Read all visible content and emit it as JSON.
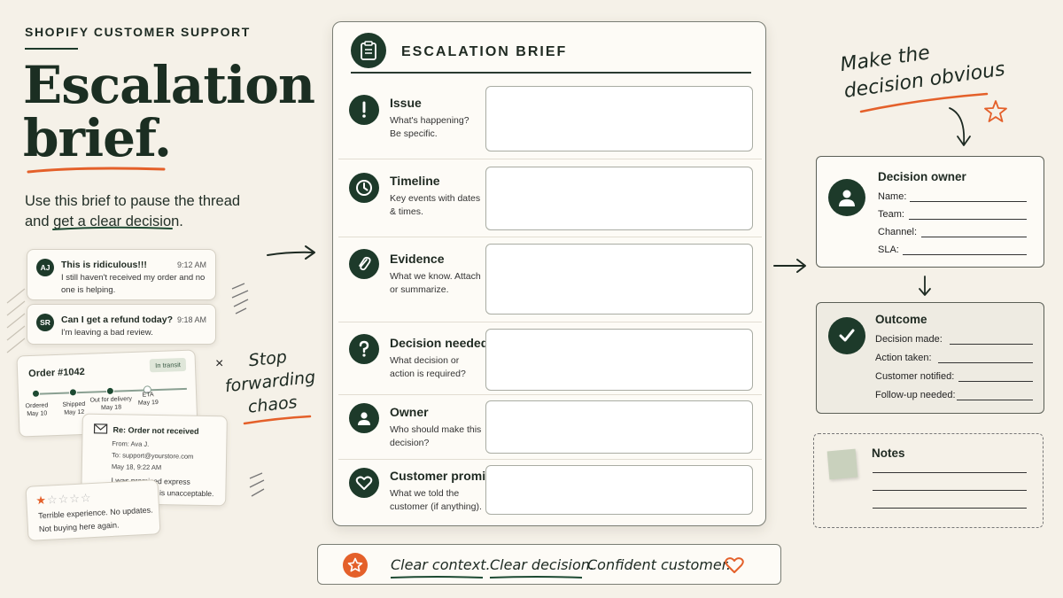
{
  "header": {
    "eyebrow": "SHOPIFY CUSTOMER SUPPORT",
    "title_line1": "Escalation",
    "title_line2": "brief.",
    "lead_part1": "Use this brief to pause the thread",
    "lead_part2": "and",
    "lead_highlight": "get a clear decision",
    "lead_end": "."
  },
  "chat_messages": [
    {
      "initials": "AJ",
      "title": "This is ridiculous!!!",
      "time": "9:12 AM",
      "body": "I still haven't received my order and no one is helping."
    },
    {
      "initials": "SR",
      "title": "Can I get a refund today?",
      "time": "9:18 AM",
      "body": "I'm leaving a bad review."
    }
  ],
  "order": {
    "title": "Order #1042",
    "badge": "In transit",
    "steps": [
      {
        "label": "Ordered",
        "date": "May 10"
      },
      {
        "label": "Shipped",
        "date": "May 12"
      },
      {
        "label": "Out for delivery",
        "date": "May 18"
      },
      {
        "label": "ETA",
        "date": "May 19"
      }
    ]
  },
  "email": {
    "subject": "Re: Order not received",
    "from": "From: Ava J.",
    "to": "To: support@yourstore.com",
    "date": "May 18, 9:22 AM",
    "body": "I was promised express shipping. This is unacceptable."
  },
  "review": {
    "rating": 1,
    "max": 5,
    "body": "Terrible experience. No updates. Not buying here again."
  },
  "stop_note": {
    "mark": "×",
    "line1": "Stop",
    "line2": "forwarding",
    "line3": "chaos"
  },
  "brief": {
    "title": "ESCALATION BRIEF",
    "rows": [
      {
        "icon": "exclamation-icon",
        "label": "Issue",
        "desc": "What's happening? Be specific."
      },
      {
        "icon": "clock-icon",
        "label": "Timeline",
        "desc": "Key events with dates & times."
      },
      {
        "icon": "paperclip-icon",
        "label": "Evidence",
        "desc": "What we know. Attach or summarize."
      },
      {
        "icon": "question-icon",
        "label": "Decision needed",
        "desc": "What decision or action is required?"
      },
      {
        "icon": "person-icon",
        "label": "Owner",
        "desc": "Who should make this decision?"
      },
      {
        "icon": "heart-icon",
        "label": "Customer promise",
        "desc": "What we told the customer (if anything)."
      }
    ]
  },
  "footer": {
    "part1": "Clear context.",
    "part2": "Clear decision.",
    "part3": "Confident customer."
  },
  "right": {
    "note_line1": "Make the",
    "note_line2": "decision obvious",
    "owner": {
      "title": "Decision owner",
      "fields": [
        "Name:",
        "Team:",
        "Channel:",
        "SLA:"
      ]
    },
    "outcome": {
      "title": "Outcome",
      "fields": [
        "Decision made:",
        "Action taken:",
        "Customer notified:",
        "Follow-up needed:"
      ]
    },
    "notes": {
      "title": "Notes"
    }
  },
  "colors": {
    "brand_green": "#1d3a2a",
    "accent_orange": "#e4602a",
    "paper": "#f5f1e8"
  }
}
